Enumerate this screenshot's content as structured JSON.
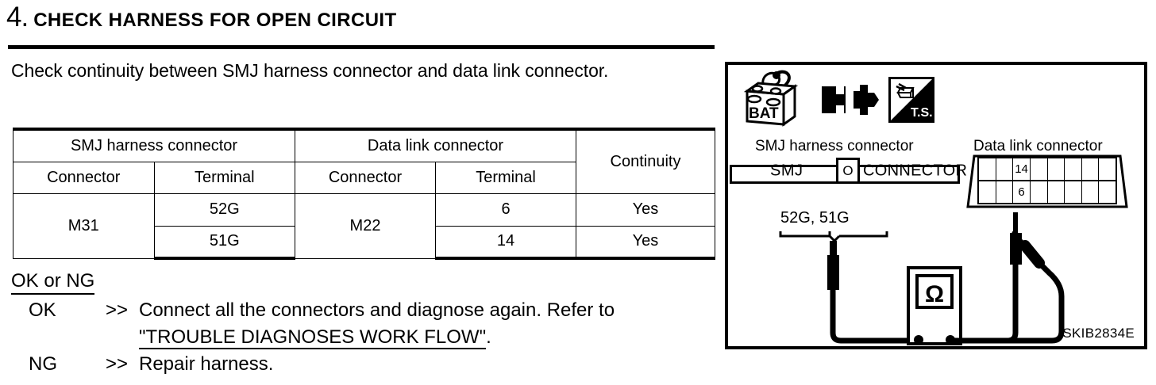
{
  "step": {
    "number": "4.",
    "title": "CHECK HARNESS FOR OPEN CIRCUIT"
  },
  "instruction": "Check continuity between SMJ harness connector and data link connector.",
  "table": {
    "group_headers": [
      "SMJ harness connector",
      "Data link connector",
      "Continuity"
    ],
    "sub_headers": [
      "Connector",
      "Terminal",
      "Connector",
      "Terminal"
    ],
    "rows": [
      {
        "smj_connector": "M31",
        "smj_terminal": "52G",
        "dlc_connector": "M22",
        "dlc_terminal": "6",
        "continuity": "Yes"
      },
      {
        "smj_connector": "M31",
        "smj_terminal": "51G",
        "dlc_connector": "M22",
        "dlc_terminal": "14",
        "continuity": "Yes"
      }
    ]
  },
  "result": {
    "label": "OK or NG",
    "ok": {
      "tag": "OK",
      "arrow": ">>",
      "text_line1": "Connect all the connectors and diagnose again. Refer to",
      "reference": "\"TROUBLE DIAGNOSES WORK FLOW\"",
      "period": "."
    },
    "ng": {
      "tag": "NG",
      "arrow": ">>",
      "text": "Repair harness."
    }
  },
  "figure": {
    "code": "SKIB2834E",
    "icons": {
      "battery_label": "BAT",
      "tool_label": "T.S."
    },
    "smj": {
      "caption": "SMJ harness connector",
      "body_text": "SMJ",
      "key_text": "O",
      "connector_text": "CONNECTOR"
    },
    "dlc": {
      "caption": "Data link connector",
      "top_row": [
        "",
        "",
        "14",
        "",
        "",
        "",
        "",
        ""
      ],
      "bottom_row": [
        "",
        "",
        "6",
        "",
        "",
        "",
        "",
        ""
      ]
    },
    "probe_label": "52G, 51G",
    "meter_symbol": "Ω"
  }
}
